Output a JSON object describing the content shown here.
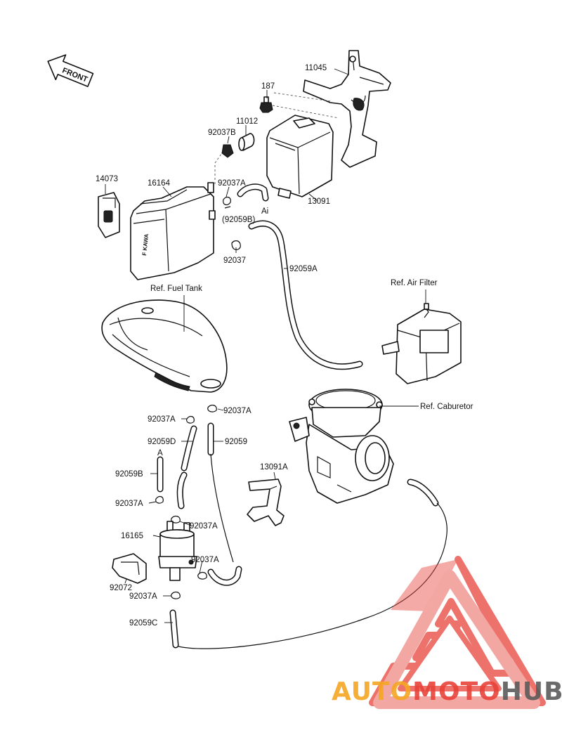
{
  "front_label": "FRONT",
  "parts": {
    "p11045": "11045",
    "p187": "187",
    "p11012": "11012",
    "p92037B": "92037B",
    "p14073": "14073",
    "p16164": "16164",
    "p92037A_top": "92037A",
    "p13091": "13091",
    "pAi": "Ai",
    "p92059B_paren": "(92059B)",
    "p92037": "92037",
    "p92059A": "92059A",
    "ref_fuel_tank": "Ref. Fuel Tank",
    "ref_air_filter": "Ref. Air Filter",
    "ref_caburetor": "Ref. Caburetor",
    "p92037A_a": "92037A",
    "p92037A_b": "92037A",
    "p92059D": "92059D",
    "p92059": "92059",
    "pA": "A",
    "p92059B": "92059B",
    "p13091A": "13091A",
    "p92037A_c": "92037A",
    "p92037A_d": "92037A",
    "p16165": "16165",
    "p92037A_e": "92037A",
    "p92072": "92072",
    "p92037A_f": "92037A",
    "p92059C": "92059C"
  },
  "watermark": {
    "part1": "AUTO",
    "part2": "MOTO",
    "part3": "HUB",
    "colors": {
      "orange": "#f5a623",
      "red": "#e8433a",
      "gray": "#5b5b5b",
      "logo": "#e8433a"
    }
  }
}
